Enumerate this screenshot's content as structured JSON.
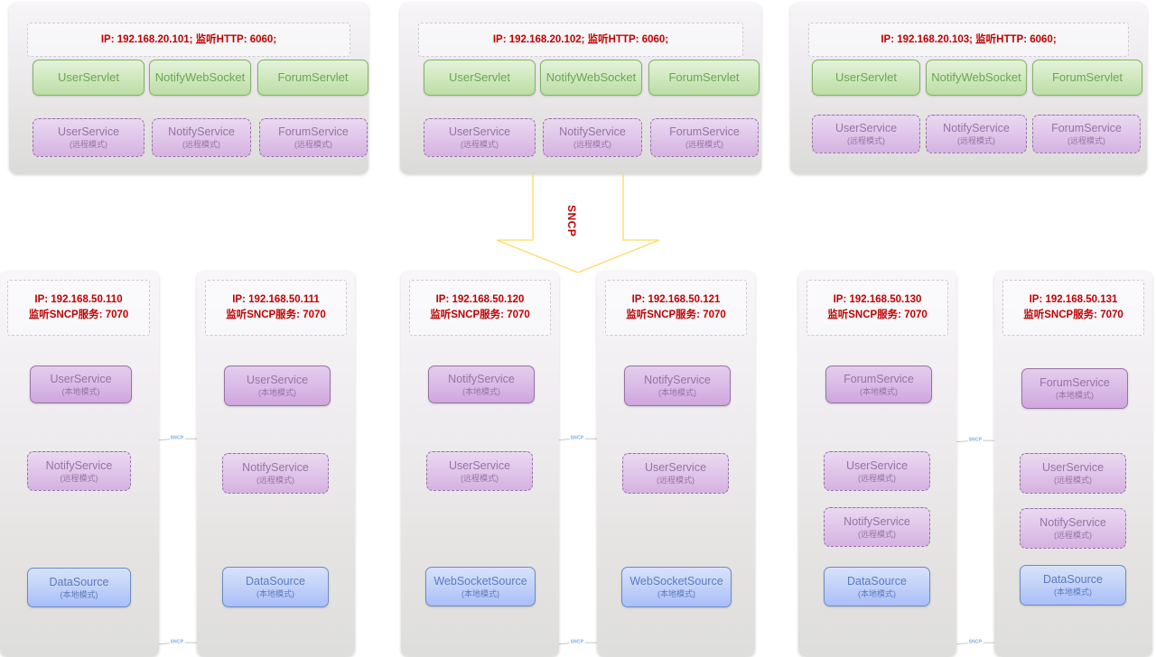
{
  "diagram": {
    "title": "SNCP distributed service deployment",
    "protocol_label": "SNCP",
    "link_label": "SNCP",
    "mode_local": "(本地模式)",
    "mode_remote": "(远程模式)",
    "colors": {
      "ip_text": "#c00000",
      "servlet_green": "#82b366",
      "service_purple": "#9673a6",
      "source_blue": "#6c8ebf",
      "arrow_gold": "#ffd966",
      "link_label_blue": "#7aabdd"
    }
  },
  "web_tier": [
    {
      "ip_line": "IP: 192.168.20.101;  监听HTTP: 6060;",
      "servlets": [
        {
          "name": "UserServlet"
        },
        {
          "name": "NotifyWebSocket"
        },
        {
          "name": "ForumServlet"
        }
      ],
      "services": [
        {
          "name": "UserService",
          "mode": "(远程模式)"
        },
        {
          "name": "NotifyService",
          "mode": "(远程模式)"
        },
        {
          "name": "ForumService",
          "mode": "(远程模式)"
        }
      ]
    },
    {
      "ip_line": "IP: 192.168.20.102;  监听HTTP: 6060;",
      "servlets": [
        {
          "name": "UserServlet"
        },
        {
          "name": "NotifyWebSocket"
        },
        {
          "name": "ForumServlet"
        }
      ],
      "services": [
        {
          "name": "UserService",
          "mode": "(远程模式)"
        },
        {
          "name": "NotifyService",
          "mode": "(远程模式)"
        },
        {
          "name": "ForumService",
          "mode": "(远程模式)"
        }
      ]
    },
    {
      "ip_line": "IP: 192.168.20.103;  监听HTTP: 6060;",
      "servlets": [
        {
          "name": "UserServlet"
        },
        {
          "name": "NotifyWebSocket"
        },
        {
          "name": "ForumServlet"
        }
      ],
      "services": [
        {
          "name": "UserService",
          "mode": "(远程模式)"
        },
        {
          "name": "NotifyService",
          "mode": "(远程模式)"
        },
        {
          "name": "ForumService",
          "mode": "(远程模式)"
        }
      ]
    }
  ],
  "service_tier": [
    {
      "ip_line1": "IP: 192.168.50.110",
      "ip_line2": "监听SNCP服务: 7070",
      "nodes": [
        {
          "name": "UserService",
          "mode": "(本地模式)",
          "style": "purple"
        },
        {
          "name": "NotifyService",
          "mode": "(远程模式)",
          "style": "purple-dash"
        },
        {
          "name": "DataSource",
          "mode": "(本地模式)",
          "style": "blue"
        }
      ]
    },
    {
      "ip_line1": "IP: 192.168.50.111",
      "ip_line2": "监听SNCP服务: 7070",
      "nodes": [
        {
          "name": "UserService",
          "mode": "(本地模式)",
          "style": "purple"
        },
        {
          "name": "NotifyService",
          "mode": "(远程模式)",
          "style": "purple-dash"
        },
        {
          "name": "DataSource",
          "mode": "(本地模式)",
          "style": "blue"
        }
      ]
    },
    {
      "ip_line1": "IP: 192.168.50.120",
      "ip_line2": "监听SNCP服务: 7070",
      "nodes": [
        {
          "name": "NotifyService",
          "mode": "(本地模式)",
          "style": "purple"
        },
        {
          "name": "UserService",
          "mode": "(远程模式)",
          "style": "purple-dash"
        },
        {
          "name": "WebSocketSource",
          "mode": "(本地模式)",
          "style": "blue"
        }
      ]
    },
    {
      "ip_line1": "IP: 192.168.50.121",
      "ip_line2": "监听SNCP服务: 7070",
      "nodes": [
        {
          "name": "NotifyService",
          "mode": "(本地模式)",
          "style": "purple"
        },
        {
          "name": "UserService",
          "mode": "(远程模式)",
          "style": "purple-dash"
        },
        {
          "name": "WebSocketSource",
          "mode": "(本地模式)",
          "style": "blue"
        }
      ]
    },
    {
      "ip_line1": "IP: 192.168.50.130",
      "ip_line2": "监听SNCP服务: 7070",
      "nodes": [
        {
          "name": "ForumService",
          "mode": "(本地模式)",
          "style": "purple"
        },
        {
          "name": "UserService",
          "mode": "(远程模式)",
          "style": "purple-dash"
        },
        {
          "name": "NotifyService",
          "mode": "(远程模式)",
          "style": "purple-dash"
        },
        {
          "name": "DataSource",
          "mode": "(本地模式)",
          "style": "blue"
        }
      ]
    },
    {
      "ip_line1": "IP: 192.168.50.131",
      "ip_line2": "监听SNCP服务: 7070",
      "nodes": [
        {
          "name": "ForumService",
          "mode": "(本地模式)",
          "style": "purple"
        },
        {
          "name": "UserService",
          "mode": "(远程模式)",
          "style": "purple-dash"
        },
        {
          "name": "NotifyService",
          "mode": "(远程模式)",
          "style": "purple-dash"
        },
        {
          "name": "DataSource",
          "mode": "(本地模式)",
          "style": "blue"
        }
      ]
    }
  ]
}
